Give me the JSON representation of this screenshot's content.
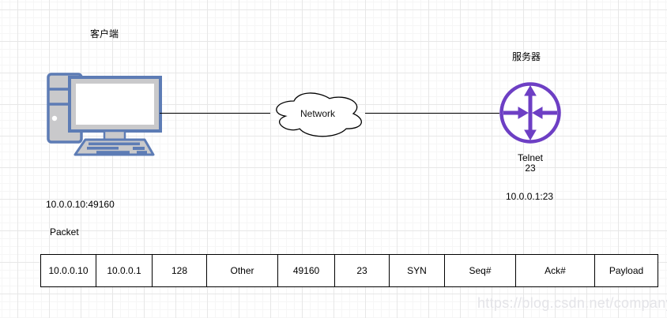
{
  "diagram": {
    "client": {
      "label": "客户端",
      "address": "10.0.0.10:49160"
    },
    "network": {
      "label": "Network"
    },
    "server": {
      "label": "服务器",
      "service": "Telnet",
      "port": "23",
      "address": "10.0.0.1:23"
    },
    "packet": {
      "label": "Packet",
      "fields": [
        "10.0.0.10",
        "10.0.0.1",
        "128",
        "Other",
        "49160",
        "23",
        "SYN",
        "Seq#",
        "Ack#",
        "Payload"
      ]
    },
    "watermark": "https://blog.csdn.net/companyzh",
    "colors": {
      "device_stroke": "#5d7cb5",
      "device_fill": "#c9c9cb",
      "router_purple": "#6d3fc4"
    }
  }
}
